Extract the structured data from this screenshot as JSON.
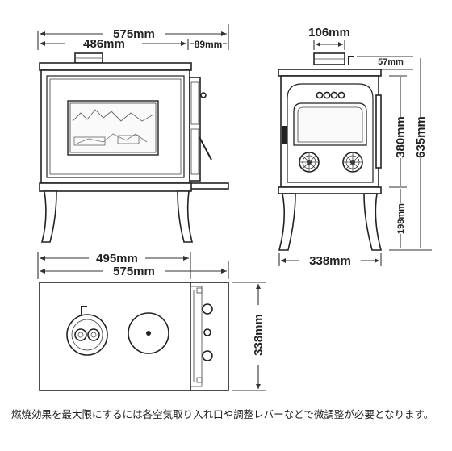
{
  "dimensions": {
    "front_total_width": "575mm",
    "front_body_width": "486mm",
    "front_side_width": "89mm",
    "side_flue_width": "106mm",
    "side_flue_height": "57mm",
    "side_body_height": "380mm",
    "side_total_height": "635mm",
    "side_leg_height": "198mm",
    "side_depth": "338mm",
    "top_body_width": "495mm",
    "top_total_width": "575mm",
    "top_depth": "338mm"
  },
  "caption": "燃焼効果を最大限にするには各空気取り入れ口や調整レバーなどで微調整が必要となります。"
}
